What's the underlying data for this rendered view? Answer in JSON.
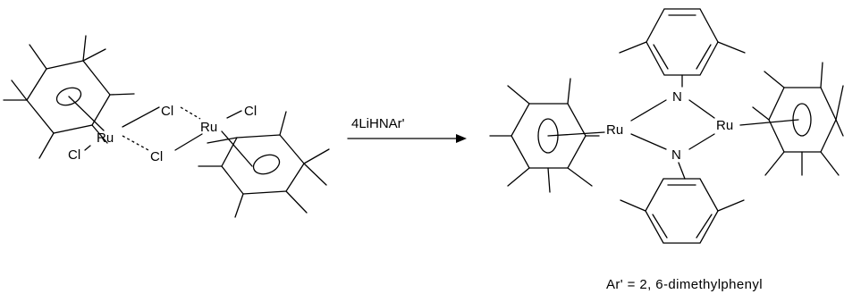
{
  "scheme": {
    "reactant": {
      "atoms": {
        "ru_left": "Ru",
        "ru_right": "Ru",
        "cl_bridge_top": "Cl",
        "cl_bridge_bottom": "Cl",
        "cl_terminal_left": "Cl",
        "cl_terminal_right": "Cl"
      }
    },
    "arrow": {
      "reagent": "4LiHNAr'"
    },
    "product": {
      "atoms": {
        "ru_left": "Ru",
        "ru_right": "Ru",
        "n_top": "N",
        "n_bottom": "N"
      }
    },
    "footnote": "Ar' = 2, 6-dimethylphenyl"
  }
}
